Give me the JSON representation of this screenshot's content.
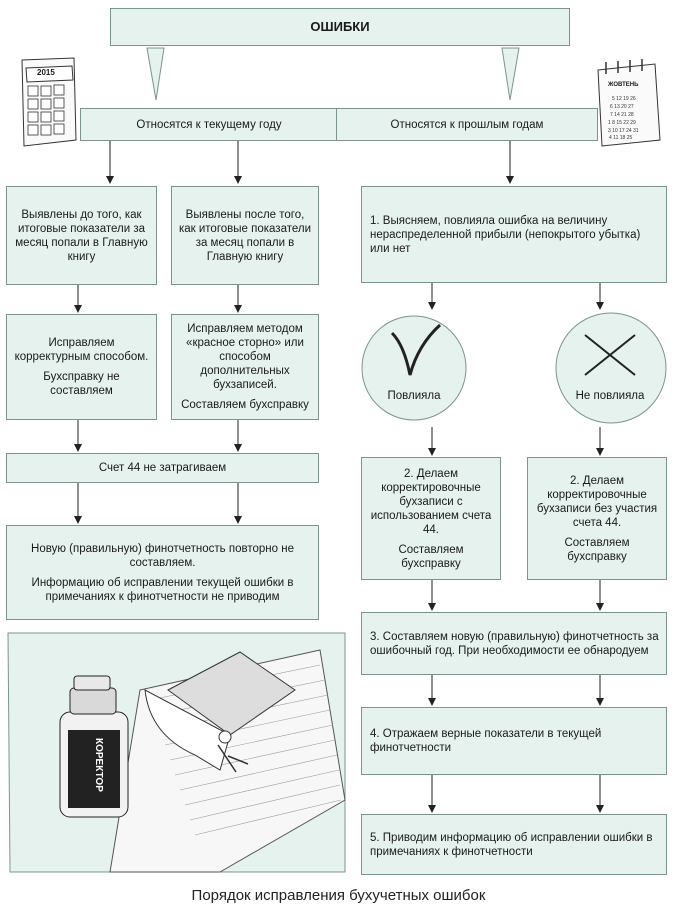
{
  "title": "ОШИБКИ",
  "branch_current": "Относятся к текущему году",
  "branch_past": "Относятся к прошлым годам",
  "cal_left_year": "2015",
  "cal_right_month": "ЖОВТЕНЬ",
  "left": {
    "a1": "Выявлены до того, как итоговые показатели за месяц попали в Главную книгу",
    "a2_line1": "Исправляем корректурным способом.",
    "a2_line2": "Бухсправку не составляем",
    "b1": "Выявлены после того, как итоговые показатели за месяц попали в Главную книгу",
    "b2_line1": "Исправляем методом «красное сторно» или способом дополнительных бухзаписей.",
    "b2_line2": "Составляем бухсправку",
    "acc44": "Счет 44 не затрагиваем",
    "final_line1": "Новую (правильную) финотчетность повторно не составляем.",
    "final_line2": "Информацию об исправлении текущей ошибки в примечаниях к финотчетности не приводим"
  },
  "right": {
    "step1": "1. Выясняем, повлияла ошибка на величину нераспределенной прибыли (непокрытого убытка) или нет",
    "yes": "Повлияла",
    "no": "Не повлияла",
    "step2a_line1": "2. Делаем корректировочные бухзаписи с использованием счета 44.",
    "step2a_line2": "Составляем бухсправку",
    "step2b_line1": "2. Делаем корректировочные бухзаписи без участия счета 44.",
    "step2b_line2": "Составляем бухсправку",
    "step3": "3. Составляем новую (правильную) финотчетность за ошибочный год. При необходимости ее обнародуем",
    "step4": "4. Отражаем верные показатели в текущей финотчетности",
    "step5": "5. Приводим информацию об исправлении ошибки в примечаниях к финотчетности"
  },
  "illustration_label": "КОРЕКТОР",
  "caption": "Порядок исправления бухучетных ошибок"
}
